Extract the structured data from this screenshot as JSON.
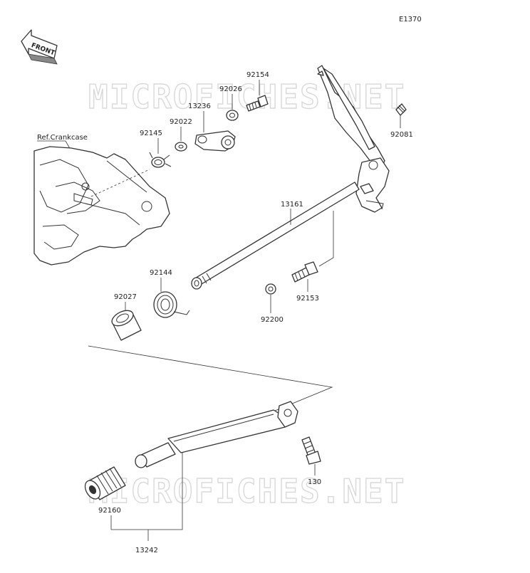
{
  "diagram": {
    "code": "E1370",
    "front_label": "FRONT",
    "ref_label": "Ref.Crankcase",
    "watermark": "MICROFICHES.NET",
    "parts": {
      "p92154": "92154",
      "p92026": "92026",
      "p13236": "13236",
      "p92022": "92022",
      "p92145": "92145",
      "p92081": "92081",
      "p13161": "13161",
      "p92144": "92144",
      "p92027": "92027",
      "p92153": "92153",
      "p92200": "92200",
      "p130": "130",
      "p92160": "92160",
      "p13242": "13242"
    }
  }
}
